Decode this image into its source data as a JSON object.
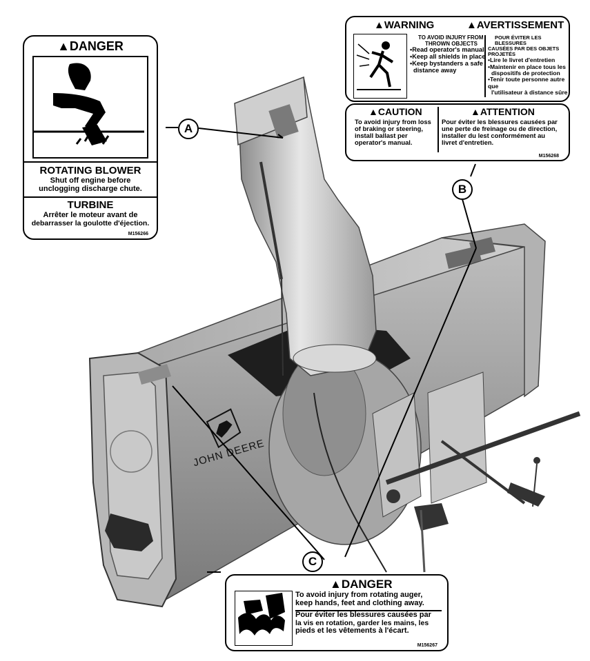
{
  "decal_danger_blower": {
    "title": "▲DANGER",
    "heading_en": "ROTATING BLOWER",
    "text_en_1": "Shut off engine before",
    "text_en_2": "unclogging discharge chute.",
    "heading_fr": "TURBINE",
    "text_fr_1": "Arrêter le moteur avant de",
    "text_fr_2": "debarrasser la goulotte d'éjection.",
    "part_number": "M156266"
  },
  "decal_warning": {
    "title_en": "▲WARNING",
    "title_fr": "▲AVERTISSEMENT",
    "en_lines": [
      "TO AVOID INJURY FROM",
      "THROWN OBJECTS",
      "•Read operator's manual",
      "•Keep all shields in place",
      "•Keep bystanders a safe",
      "  distance away"
    ],
    "fr_lines": [
      "POUR ÉVITER LES BLESSURES",
      "CAUSÉES PAR DES OBJETS PROJETÉS",
      "•Lire le livret d'entretien",
      "•Maintenir en place tous les",
      "  dispositifs de protection",
      "•Tenir toute personne autre que",
      "  l'utilisateur à distance sûre"
    ]
  },
  "decal_caution": {
    "title_en": "▲CAUTION",
    "title_fr": "▲ATTENTION",
    "en_lines": [
      "To avoid injury from loss",
      "of braking or steering,",
      "install ballast per",
      "operator's manual."
    ],
    "fr_lines": [
      "Pour éviter les blessures causées par",
      "une perte de freinage ou de direction,",
      "installer du lest conformément au",
      "livret d'entretien."
    ],
    "part_number": "M156268"
  },
  "decal_danger_auger": {
    "title": "▲DANGER",
    "en_lines": [
      "To avoid injury from rotating auger,",
      "keep hands, feet and clothing away."
    ],
    "fr_lines": [
      "Pour éviter les blessures causées par",
      "la vis en rotation, garder les mains, les",
      "pieds et les vêtements à l'écart."
    ],
    "part_number": "M156267"
  },
  "callouts": {
    "a": "A",
    "b": "B",
    "c": "C"
  },
  "brand": {
    "name": "JOHN DEERE"
  }
}
